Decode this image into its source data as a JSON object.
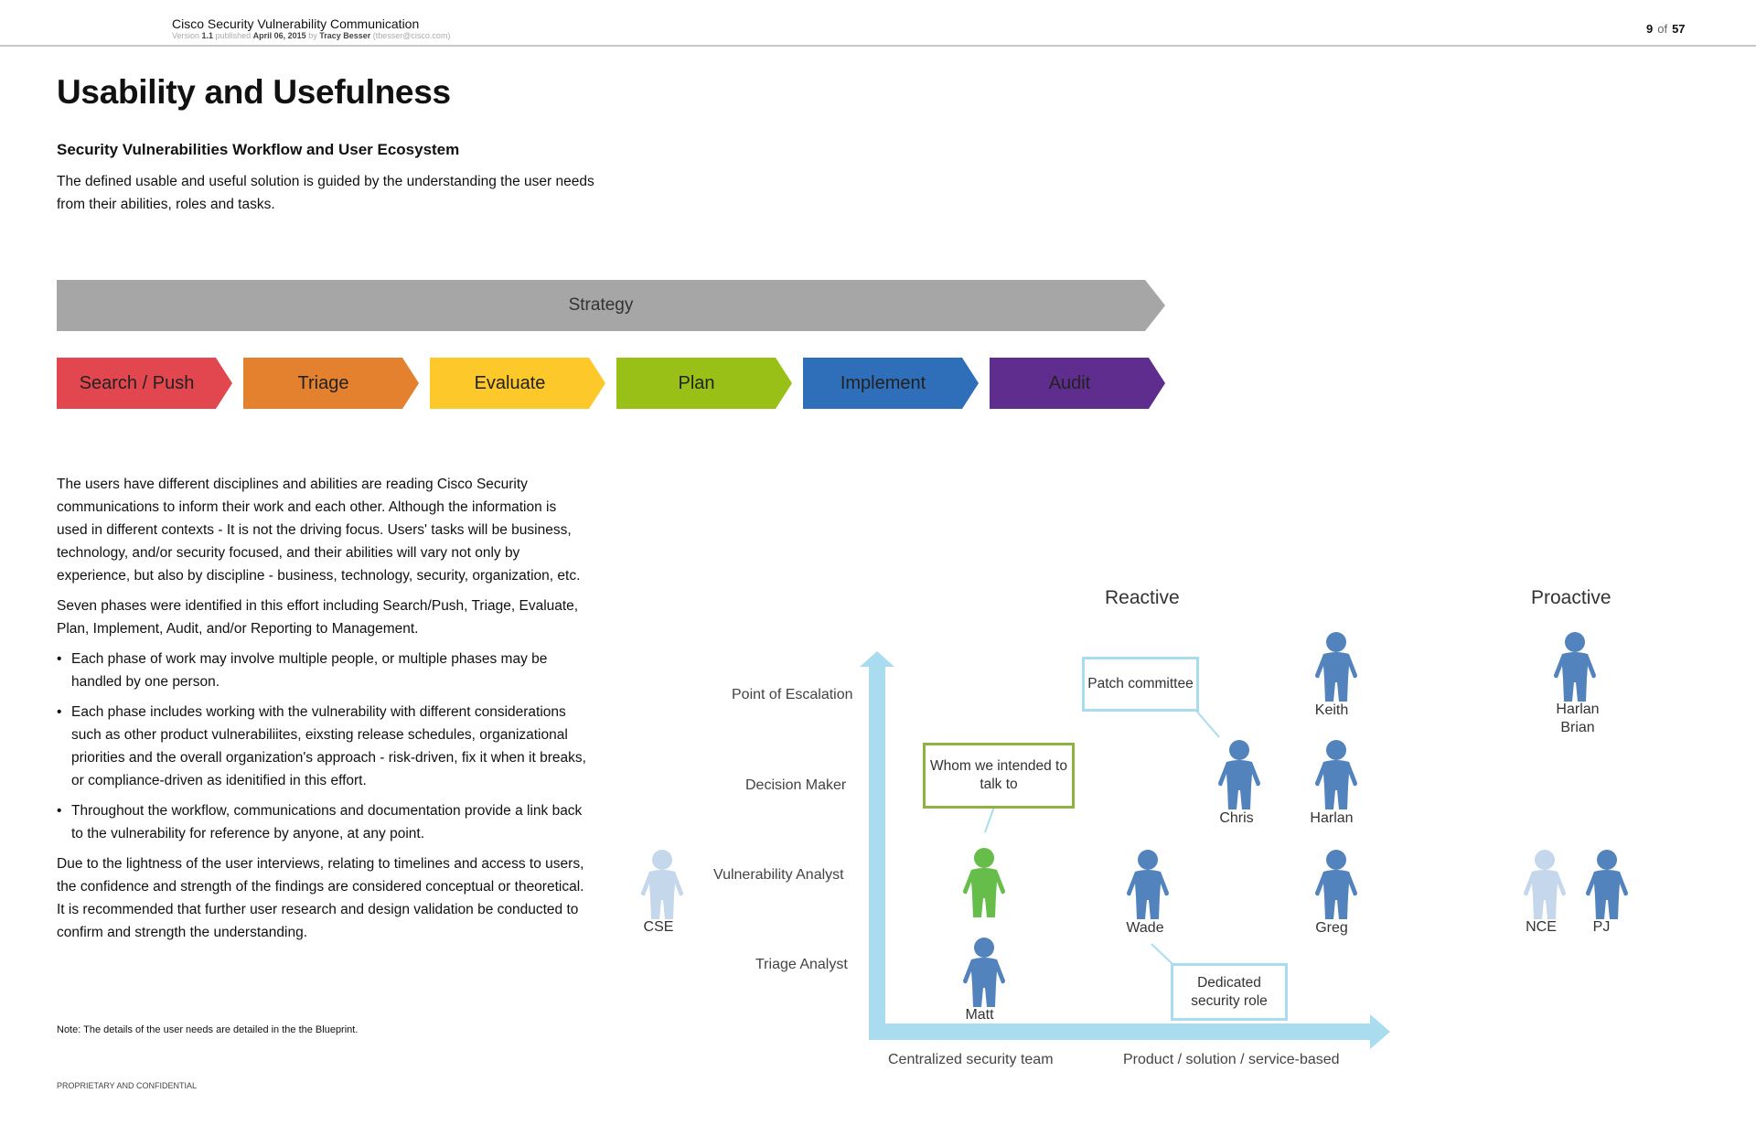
{
  "header": {
    "doc_title": "Cisco Security Vulnerability Communication",
    "version_word": "Version",
    "version": "1.1",
    "published_word": "published",
    "date": "April 06, 2015",
    "by_word": "by",
    "author": "Tracy Besser",
    "email": "(tbesser@cisco.com)",
    "page_current": "9",
    "page_of": "of",
    "page_total": "57"
  },
  "page_title": "Usability and Usefulness",
  "section_title": "Security Vulnerabilities Workflow and User Ecosystem",
  "intro": "The defined usable and useful solution is guided by the understanding the user needs from their abilities, roles and tasks.",
  "workflow": {
    "strategy_label": "Strategy",
    "strategy_color": "#a6a6a6",
    "phases": [
      {
        "label": "Search / Push",
        "color": "#e2474f"
      },
      {
        "label": "Triage",
        "color": "#e4812f"
      },
      {
        "label": "Evaluate",
        "color": "#fdc829"
      },
      {
        "label": "Plan",
        "color": "#98c017"
      },
      {
        "label": "Implement",
        "color": "#2f6fba"
      },
      {
        "label": "Audit",
        "color": "#5e2d8d"
      }
    ]
  },
  "body": {
    "p1": "The users have different disciplines and abilities are reading Cisco Security communications to inform their work and each other. Although the information is used in different contexts - It is not the driving focus. Users' tasks will be business, technology, and/or security focused, and their abilities will vary not only by experience, but also by discipline - business, technology, security, organization, etc.",
    "p2": "Seven phases were identified in this effort including Search/Push, Triage, Evaluate, Plan, Implement, Audit, and/or Reporting to Management.",
    "bullets": [
      "Each phase of work may involve multiple people, or multiple phases may be handled by one person.",
      "Each phase includes working with the vulnerability with different considerations such as other product vulnerabiliites, eixsting release schedules, organizational priorities and the overall organization's approach - risk-driven, fix it when it breaks, or compliance-driven as idenitified in this effort.",
      "Throughout the workflow, communications and documentation provide a link back to the vulnerability for reference by anyone, at any point."
    ],
    "p3": "Due to the lightness of the user interviews, relating to timelines and access to users, the confidence and strength of the findings are considered conceptual or theoretical. It is recommended that further user research and design validation be conducted to confirm and strength the understanding."
  },
  "note": "Note: The details of the user needs are detailed in the the Blueprint.",
  "footer": "PROPRIETARY AND CONFIDENTIAL",
  "diagram": {
    "headers": {
      "reactive": "Reactive",
      "proactive": "Proactive"
    },
    "roles": {
      "escalation": "Point of Escalation",
      "decision": "Decision Maker",
      "analyst": "Vulnerability Analyst",
      "triage": "Triage Analyst"
    },
    "axis": {
      "left": "Centralized security team",
      "right": "Product / solution / service-based"
    },
    "callouts": {
      "patch": "Patch committee",
      "intended": "Whom we intended to talk to",
      "dedicated": "Dedicated security role"
    },
    "people": {
      "cse": "CSE",
      "matt": "Matt",
      "wade": "Wade",
      "chris": "Chris",
      "keith": "Keith",
      "harlan": "Harlan",
      "greg": "Greg",
      "harlan_brian_1": "Harlan",
      "harlan_brian_2": "Brian",
      "nce": "NCE",
      "pj": "PJ"
    },
    "colors": {
      "person": "#5383bc",
      "person_light": "#c4d7eb",
      "person_green": "#66bd4a",
      "axis": "#a9dcee"
    }
  }
}
